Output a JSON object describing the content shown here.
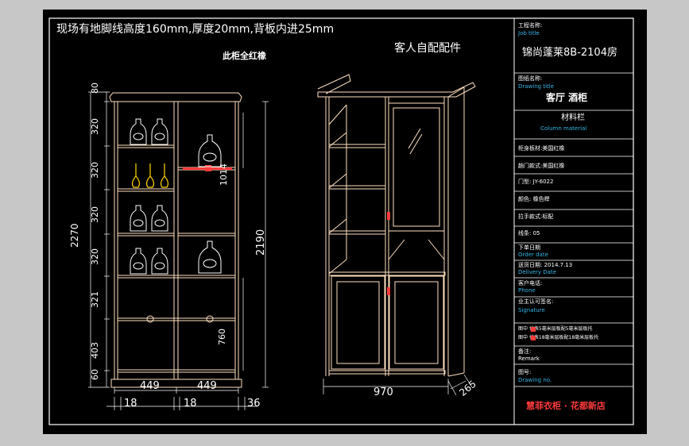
{
  "header": {
    "note": "现场有地脚线高度160mm,厚度20mm,背板内进25mm",
    "customer_parts": "客人自配配件",
    "full_color": "此柜全红橡"
  },
  "front_dims": {
    "total_height": "2270",
    "rows": [
      "80",
      "320",
      "320",
      "320",
      "320",
      "321",
      "403",
      "60"
    ],
    "right_height": "2190",
    "shelf_gap": "1014",
    "door_height": "760",
    "width_left": "449",
    "width_right": "449",
    "bottom_18a": "18",
    "bottom_18b": "18",
    "bottom_36": "36"
  },
  "side_dims": {
    "width": "970",
    "depth": "265"
  },
  "title_block": {
    "project_label_cn": "工程名称:",
    "project_label_en": "Job title",
    "project_name": "锦尚蓬莱8B-2104房",
    "drawing_label_cn": "图纸名称:",
    "drawing_label_en": "Drawing title",
    "drawing_name": "客厅 酒柜",
    "material_cn": "材料栏",
    "material_en": "Column material",
    "rows": [
      "柜身板材:美国红橡",
      "趟门款式:美国红橡",
      "门型: JY-6022",
      "颜色: 橡色榉",
      "拉手款式:标配",
      "线条: 05"
    ],
    "order_date_cn": "下单日期",
    "order_date_en": "Order date",
    "delivery_cn": "送货日期: 2014.7.13",
    "delivery_en": "Delivery Date",
    "phone_cn": "客户电话:",
    "phone_en": "Phone",
    "signature_cn": "业主认可签名:",
    "signature_en": "Signature",
    "legend_1": "图中   代表5毫米层板配5毫米层板托",
    "legend_2": "图中   代表18毫米层板配18毫米层板托",
    "remark_cn": "备注:",
    "remark_en": "Remark",
    "drawing_no_cn": "图号:",
    "drawing_no_en": "Drawing no.",
    "company": "慧菲衣柜 · 花都新店"
  },
  "colors": {
    "background": "#000000",
    "frame": "#ffffff",
    "cabinet_line": "#ffe0c0",
    "cyan": "#35b6e8",
    "accent_red": "#ff3b3b",
    "bottle_yellow": "#ffd700"
  }
}
